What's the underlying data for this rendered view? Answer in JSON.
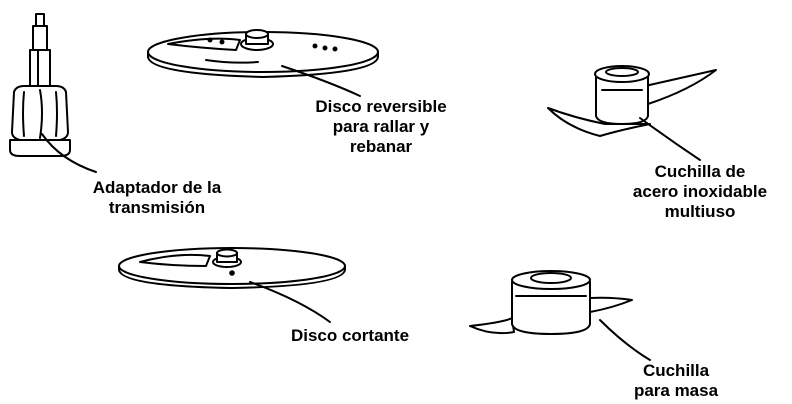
{
  "figure": {
    "parts": [
      {
        "id": "adaptador",
        "lines": [
          "Adaptador de la",
          "transmisión"
        ]
      },
      {
        "id": "disco_reversible",
        "lines": [
          "Disco reversible",
          "para rallar y",
          "rebanar"
        ]
      },
      {
        "id": "cuchilla_multiuso",
        "lines": [
          "Cuchilla de",
          "acero inoxidable",
          "multiuso"
        ]
      },
      {
        "id": "disco_cortante",
        "lines": [
          "Disco cortante"
        ]
      },
      {
        "id": "cuchilla_masa",
        "lines": [
          "Cuchilla",
          "para masa"
        ]
      }
    ]
  }
}
